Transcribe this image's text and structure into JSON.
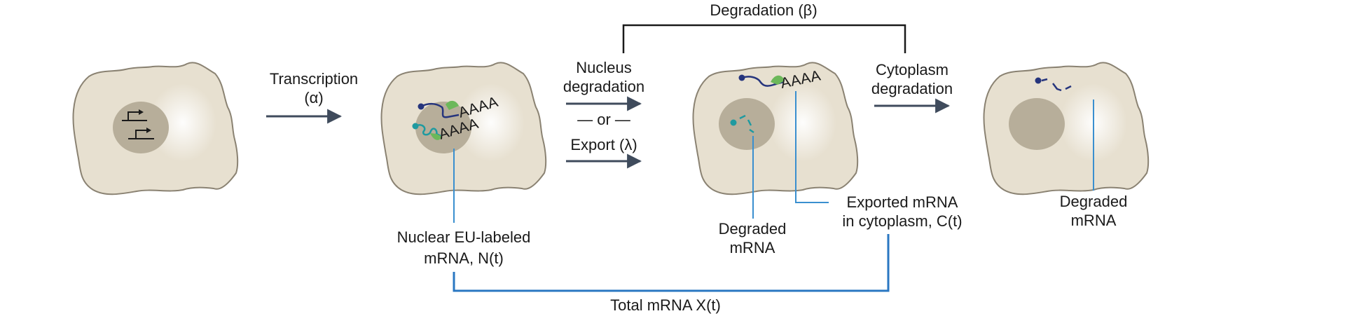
{
  "labels": {
    "transcription": "Transcription",
    "alpha": "(α)",
    "degradation_beta": "Degradation (β)",
    "nucleus": "Nucleus",
    "nucleus_degradation": "degradation",
    "or": "— or —",
    "export_lambda": "Export (λ)",
    "cytoplasm": "Cytoplasm",
    "cytoplasm_degradation": "degradation",
    "nuclear_eu_line1": "Nuclear EU-labeled",
    "nuclear_eu_line2": "mRNA, N(t)",
    "degraded_line1": "Degraded",
    "degraded_line2": "mRNA",
    "exported_line1": "Exported mRNA",
    "exported_line2": "in cytoplasm, C(t)",
    "degraded2_line1": "Degraded",
    "degraded2_line2": "mRNA",
    "total": "Total mRNA X(t)",
    "polyA": "AAAA"
  },
  "colors": {
    "cell_fill": "#e7e0d0",
    "cell_stroke": "#8a8272",
    "nucleus_fill": "#b7ae9a",
    "arrow": "#3f4b5c",
    "bracket": "#1a1a1a",
    "leader_line": "#3a8fcf",
    "total_bracket": "#2a77c2",
    "mrna_navy": "#26357d",
    "mrna_teal": "#1f9aa0",
    "ribosome_green": "#6cb85a"
  },
  "icons": [
    "gene-promoter-icon",
    "mrna-icon",
    "ribosome-icon"
  ]
}
